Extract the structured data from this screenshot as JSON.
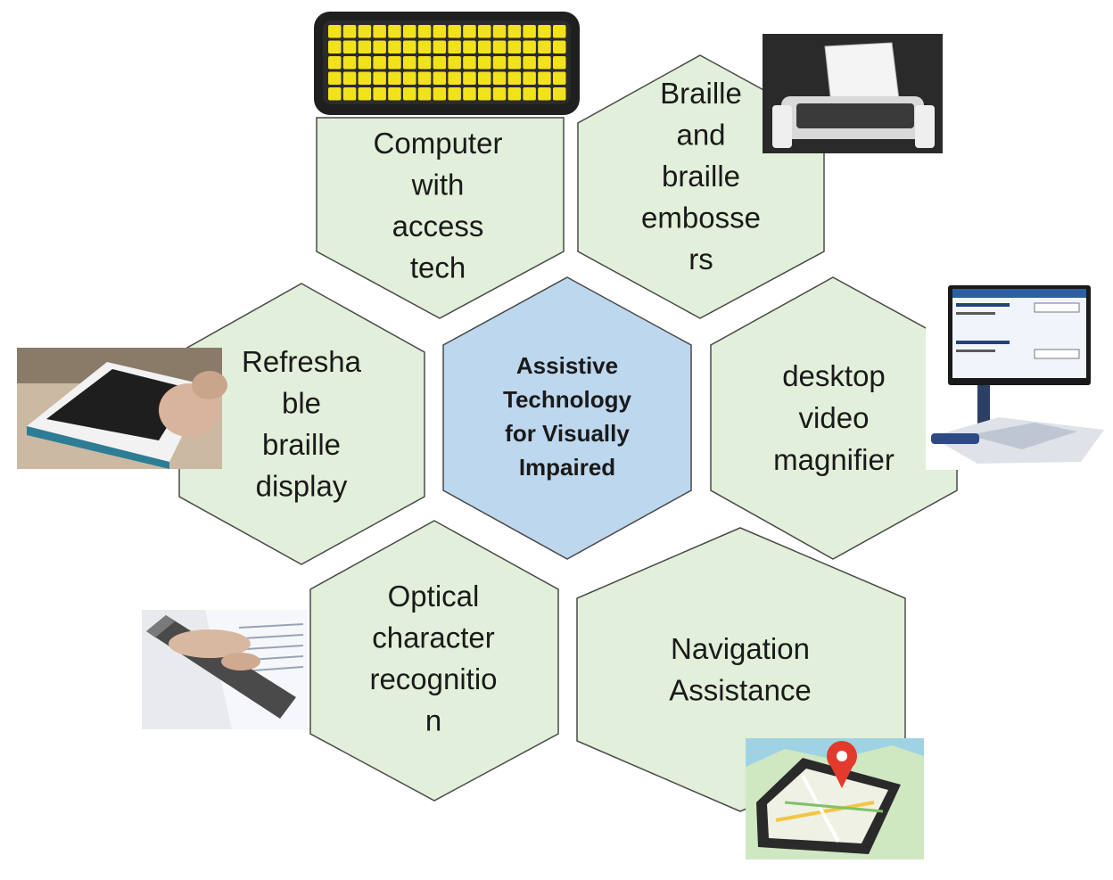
{
  "colors": {
    "hex_fill": "#e2efda",
    "hex_stroke": "#4a4a4a",
    "center_fill": "#bdd7ee",
    "text": "#1a1a1a"
  },
  "center": {
    "lines": [
      "Assistive",
      "Technology",
      "for Visually",
      "Impaired"
    ]
  },
  "hexes": [
    {
      "id": "computer",
      "lines": [
        "Computer",
        "with",
        "access",
        "tech"
      ],
      "icon": "keyboard-icon"
    },
    {
      "id": "braille-embossers",
      "lines": [
        "Braille",
        "and",
        "braille",
        "embosse",
        "rs"
      ],
      "icon": "braille-embosser-icon"
    },
    {
      "id": "refreshable-display",
      "lines": [
        "Refresha",
        "ble",
        "braille",
        "display"
      ],
      "icon": "braille-display-icon"
    },
    {
      "id": "video-magnifier",
      "lines": [
        "desktop",
        "video",
        "magnifier"
      ],
      "icon": "video-magnifier-icon"
    },
    {
      "id": "ocr",
      "lines": [
        "Optical",
        "character",
        "recognitio",
        "n"
      ],
      "icon": "ocr-scanner-pen-icon"
    },
    {
      "id": "navigation",
      "lines": [
        "Navigation",
        "Assistance"
      ],
      "icon": "map-pin-phone-icon"
    }
  ]
}
